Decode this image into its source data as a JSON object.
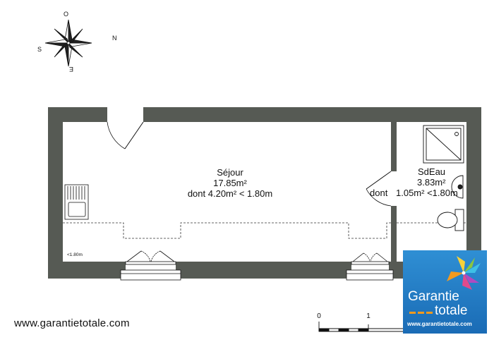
{
  "compass": {
    "north": "N",
    "south": "S",
    "east": "E",
    "west": "O"
  },
  "rooms": {
    "sejour": {
      "name": "Séjour",
      "area": "17.85m²",
      "detail": "dont 4.20m² < 1.80m"
    },
    "sdeau": {
      "name": "SdEau",
      "area": "3.83m²",
      "detail_prefix": "dont",
      "detail": "1.05m² <1.80m"
    }
  },
  "height_note": "<1.80m",
  "scale": {
    "labels": [
      "0",
      "1"
    ]
  },
  "footer_url": "www.garantietotale.com",
  "logo": {
    "word1": "Garantie",
    "word2": "totale",
    "url": "www.garantietotale.com",
    "colors": {
      "background": "#1f76c0",
      "accent_orange": "#f39a1f",
      "accent_pink": "#e04a8c",
      "accent_yellow": "#f6d23a",
      "accent_cyan": "#3ec0e6"
    }
  },
  "colors": {
    "wall": "#565a54",
    "line": "#111111"
  }
}
